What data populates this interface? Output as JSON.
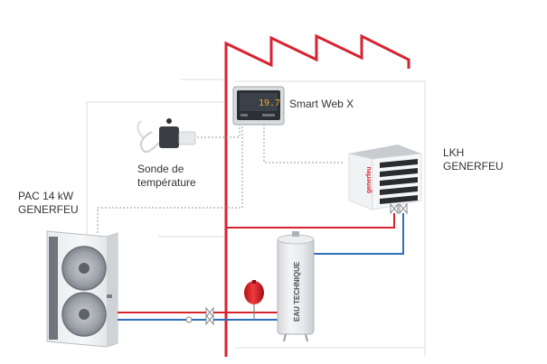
{
  "labels": {
    "smart_web": "Smart Web X",
    "display_value": "19.7",
    "lkh_line1": "LKH",
    "lkh_line2": "GENERFEU",
    "sonde_line1": "Sonde de",
    "sonde_line2": "température",
    "pac_line1": "PAC 14 kW",
    "pac_line2": "GENERFEU",
    "tank_text": "EAU TECHNIQUE",
    "brand_text": "generfeu"
  },
  "colors": {
    "hot": "#d7232f",
    "cold": "#2f6fb8",
    "dotted": "#9a9a9a",
    "light_line": "#dddddd"
  }
}
